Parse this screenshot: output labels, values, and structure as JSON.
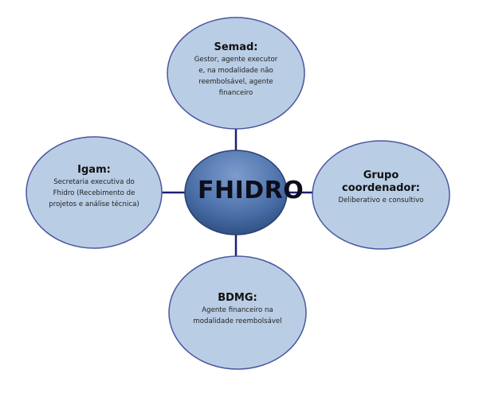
{
  "diagram": {
    "center": {
      "label": "FHIDRO"
    },
    "nodes": [
      {
        "id": "semad",
        "title": "Semad:",
        "description": [
          "Gestor, agente executor",
          "e, na modalidade não",
          "reembolsável, agente",
          "financeiro"
        ]
      },
      {
        "id": "igam",
        "title": "Igam:",
        "description": [
          "Secretaria executiva do",
          "Fhidro (Recebimento de",
          "projetos e análise técnica)"
        ]
      },
      {
        "id": "grupo",
        "title": [
          "Grupo",
          "coordenador:"
        ],
        "description": [
          "Deliberativo e consultivo"
        ]
      },
      {
        "id": "bdmg",
        "title": "BDMG:",
        "description": [
          "Agente financeiro na",
          "modalidade reembolsável"
        ]
      }
    ],
    "colors": {
      "node_fill": "#b9cde5",
      "node_stroke": "#4a57a0",
      "connector": "#1f1f78",
      "center_light": "#7d9ccc",
      "center_dark": "#2f5185"
    }
  }
}
